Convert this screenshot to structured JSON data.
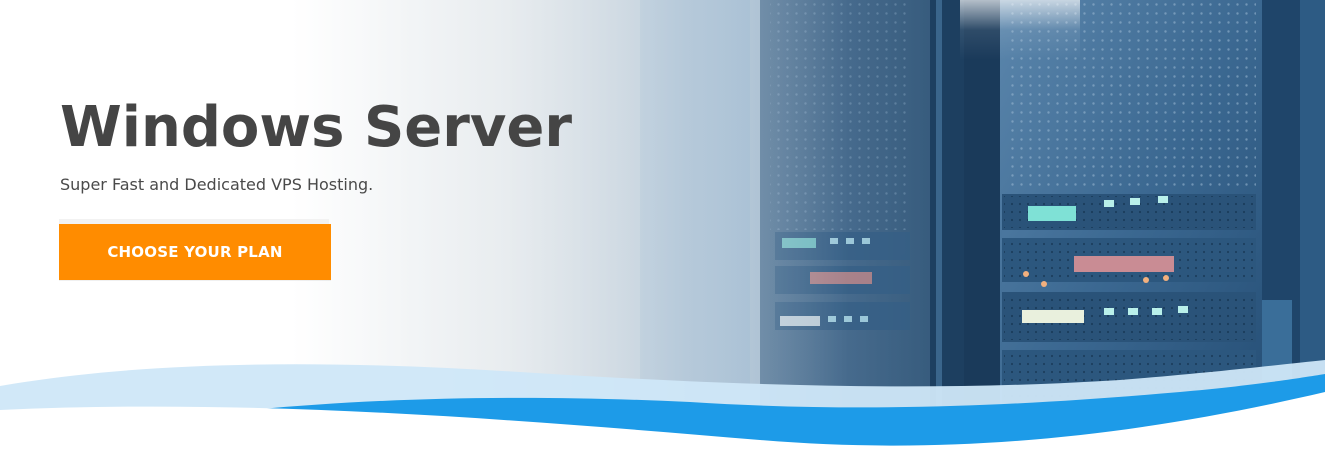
{
  "hero": {
    "title": "Windows Server",
    "subtitle": "Super Fast and Dedicated VPS Hosting.",
    "cta_label": "CHOOSE YOUR PLAN"
  },
  "colors": {
    "title": "#454545",
    "subtitle": "#4a4a4a",
    "cta_background": "#ff8c00",
    "cta_text": "#ffffff",
    "wave_light": "#cfe7f8",
    "wave_blue": "#1d9be8",
    "server_blue": "#2f5d86"
  },
  "icons": {
    "background_image": "server-rack-image",
    "wave_decoration": "wave-divider"
  }
}
